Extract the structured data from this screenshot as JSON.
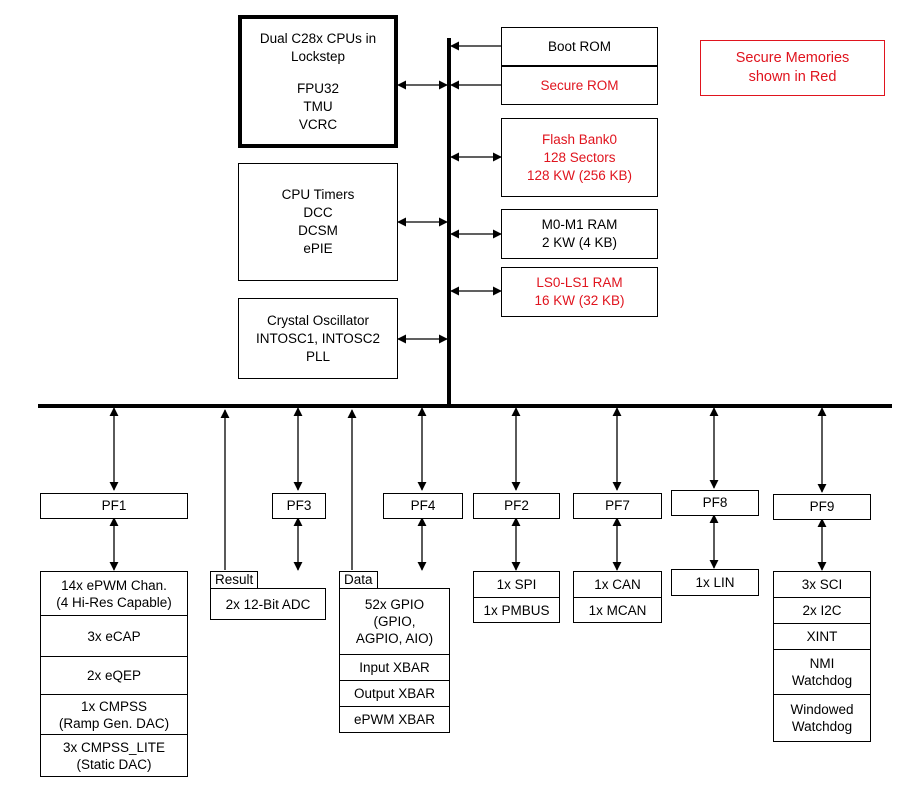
{
  "cpu": {
    "lines": [
      "Dual C28x CPUs in",
      "Lockstep",
      "",
      "FPU32",
      "TMU",
      "VCRC"
    ]
  },
  "timers": {
    "lines": [
      "CPU Timers",
      "DCC",
      "DCSM",
      "ePIE"
    ]
  },
  "osc": {
    "lines": [
      "Crystal Oscillator",
      "INTOSC1, INTOSC2",
      "PLL"
    ]
  },
  "boot_rom": {
    "lines": [
      "Boot ROM"
    ]
  },
  "secure_rom": {
    "lines": [
      "Secure ROM"
    ]
  },
  "flash": {
    "lines": [
      "Flash Bank0",
      "128 Sectors",
      "128 KW (256 KB)"
    ]
  },
  "m0m1": {
    "lines": [
      "M0-M1 RAM",
      "2 KW (4 KB)"
    ]
  },
  "ls": {
    "lines": [
      "LS0-LS1 RAM",
      "16 KW (32 KB)"
    ]
  },
  "legend": {
    "lines": [
      "Secure Memories",
      "shown in Red"
    ]
  },
  "colors": {
    "secure": "#e0141e",
    "default": "#000000"
  },
  "pf": {
    "pf1": "PF1",
    "pf3": "PF3",
    "pf4": "PF4",
    "pf2": "PF2",
    "pf7": "PF7",
    "pf8": "PF8",
    "pf9": "PF9"
  },
  "tags": {
    "result": "Result",
    "data": "Data"
  },
  "pf1_stack": [
    {
      "lines": [
        "14x ePWM Chan.",
        "(4 Hi-Res Capable)"
      ]
    },
    {
      "lines": [
        "3x eCAP"
      ]
    },
    {
      "lines": [
        "2x eQEP"
      ]
    },
    {
      "lines": [
        "1x CMPSS",
        "(Ramp Gen. DAC)"
      ]
    },
    {
      "lines": [
        "3x CMPSS_LITE",
        "(Static DAC)"
      ]
    }
  ],
  "adc_stack": [
    {
      "lines": [
        "2x 12-Bit ADC"
      ]
    }
  ],
  "gpio_stack": [
    {
      "lines": [
        "52x GPIO",
        "(GPIO,",
        "AGPIO, AIO)"
      ]
    },
    {
      "lines": [
        "Input XBAR"
      ]
    },
    {
      "lines": [
        "Output XBAR"
      ]
    },
    {
      "lines": [
        "ePWM XBAR"
      ]
    }
  ],
  "pf2_stack": [
    {
      "lines": [
        "1x SPI"
      ]
    },
    {
      "lines": [
        "1x PMBUS"
      ]
    }
  ],
  "pf7_stack": [
    {
      "lines": [
        "1x CAN"
      ]
    },
    {
      "lines": [
        "1x MCAN"
      ]
    }
  ],
  "pf8_stack": [
    {
      "lines": [
        "1x LIN"
      ]
    }
  ],
  "pf9_stack": [
    {
      "lines": [
        "3x SCI"
      ]
    },
    {
      "lines": [
        "2x I2C"
      ]
    },
    {
      "lines": [
        "XINT"
      ]
    },
    {
      "lines": [
        "NMI",
        "Watchdog"
      ]
    },
    {
      "lines": [
        "Windowed",
        "Watchdog"
      ]
    }
  ]
}
